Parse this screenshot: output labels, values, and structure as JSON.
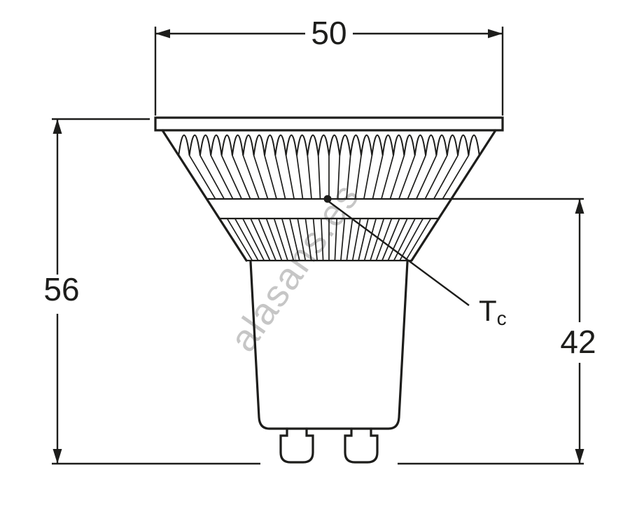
{
  "diagram": {
    "dimensions": {
      "width": "50",
      "height": "56",
      "tc_height": "42"
    },
    "tc_label": {
      "main": "T",
      "sub": "c"
    },
    "watermark": "alasans.es",
    "colors": {
      "line": "#1d1d1b",
      "watermark": "#b4b4b4",
      "background": "#ffffff"
    }
  }
}
